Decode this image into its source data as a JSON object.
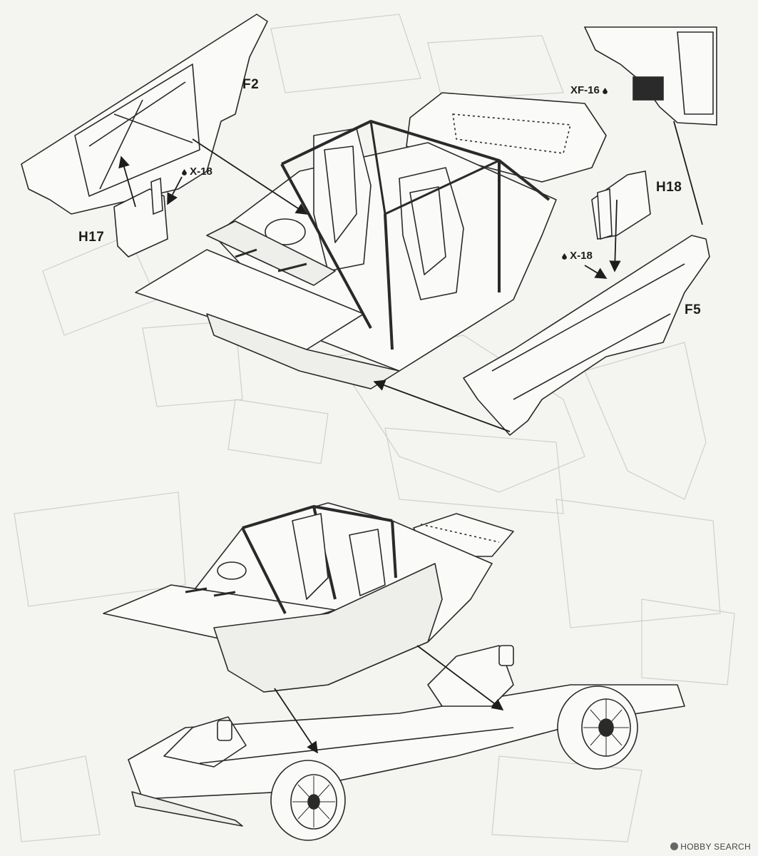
{
  "parts": {
    "f2": "F2",
    "h17": "H17",
    "h18": "H18",
    "f5": "F5"
  },
  "adhesive": {
    "x18_left": "X-18",
    "x18_right": "X-18",
    "xf16": "XF-16"
  },
  "watermark": {
    "logo_text": "HOBBY SEARCH"
  }
}
